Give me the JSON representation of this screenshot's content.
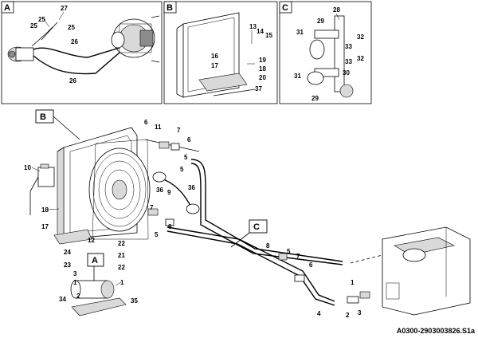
{
  "panels": {
    "a_letter": "A",
    "b_letter": "B",
    "c_letter": "C"
  },
  "main_callouts": {
    "b_letter": "B",
    "c_letter": "C",
    "a_letter": "A"
  },
  "labels": {
    "a": [
      "27",
      "25",
      "25",
      "25",
      "26",
      "26"
    ],
    "b": [
      "13",
      "14",
      "15",
      "16",
      "17",
      "19",
      "18",
      "20",
      "37"
    ],
    "c": [
      "28",
      "29",
      "31",
      "32",
      "33",
      "33",
      "32",
      "31",
      "30",
      "29"
    ],
    "main": [
      "6",
      "11",
      "7",
      "6",
      "5",
      "5",
      "10",
      "36",
      "9",
      "36",
      "18",
      "7",
      "6",
      "5",
      "17",
      "12",
      "22",
      "21",
      "22",
      "24",
      "23",
      "8",
      "5",
      "7",
      "6",
      "1",
      "3",
      "1",
      "2",
      "35",
      "34",
      "4",
      "3",
      "2",
      "1"
    ]
  },
  "caption": "A0300-2903003826.S1a"
}
